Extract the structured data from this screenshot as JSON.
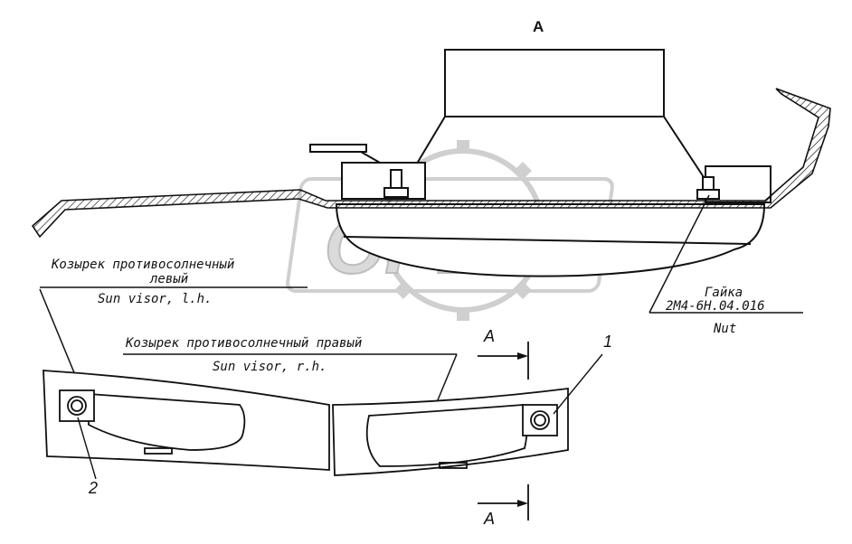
{
  "view_title": "А",
  "labels": {
    "visor_left_ru": "Козырек противосолнечный",
    "visor_left_ru_2": "левый",
    "visor_left_en": "Sun visor, l.h.",
    "visor_right_ru": "Козырек противосолнечный правый",
    "visor_right_en": "Sun visor, r.h.",
    "nut_ru": "Гайка",
    "nut_code": "2М4-6Н.04.016",
    "nut_en": "Nut"
  },
  "callouts": {
    "item_1": "1",
    "item_2": "2"
  },
  "section_marks": {
    "top": "А",
    "bottom": "А"
  },
  "watermark": {
    "text": "OPEX",
    "color": "#c8c8c8"
  },
  "colors": {
    "line": "#111111",
    "background": "#ffffff"
  }
}
